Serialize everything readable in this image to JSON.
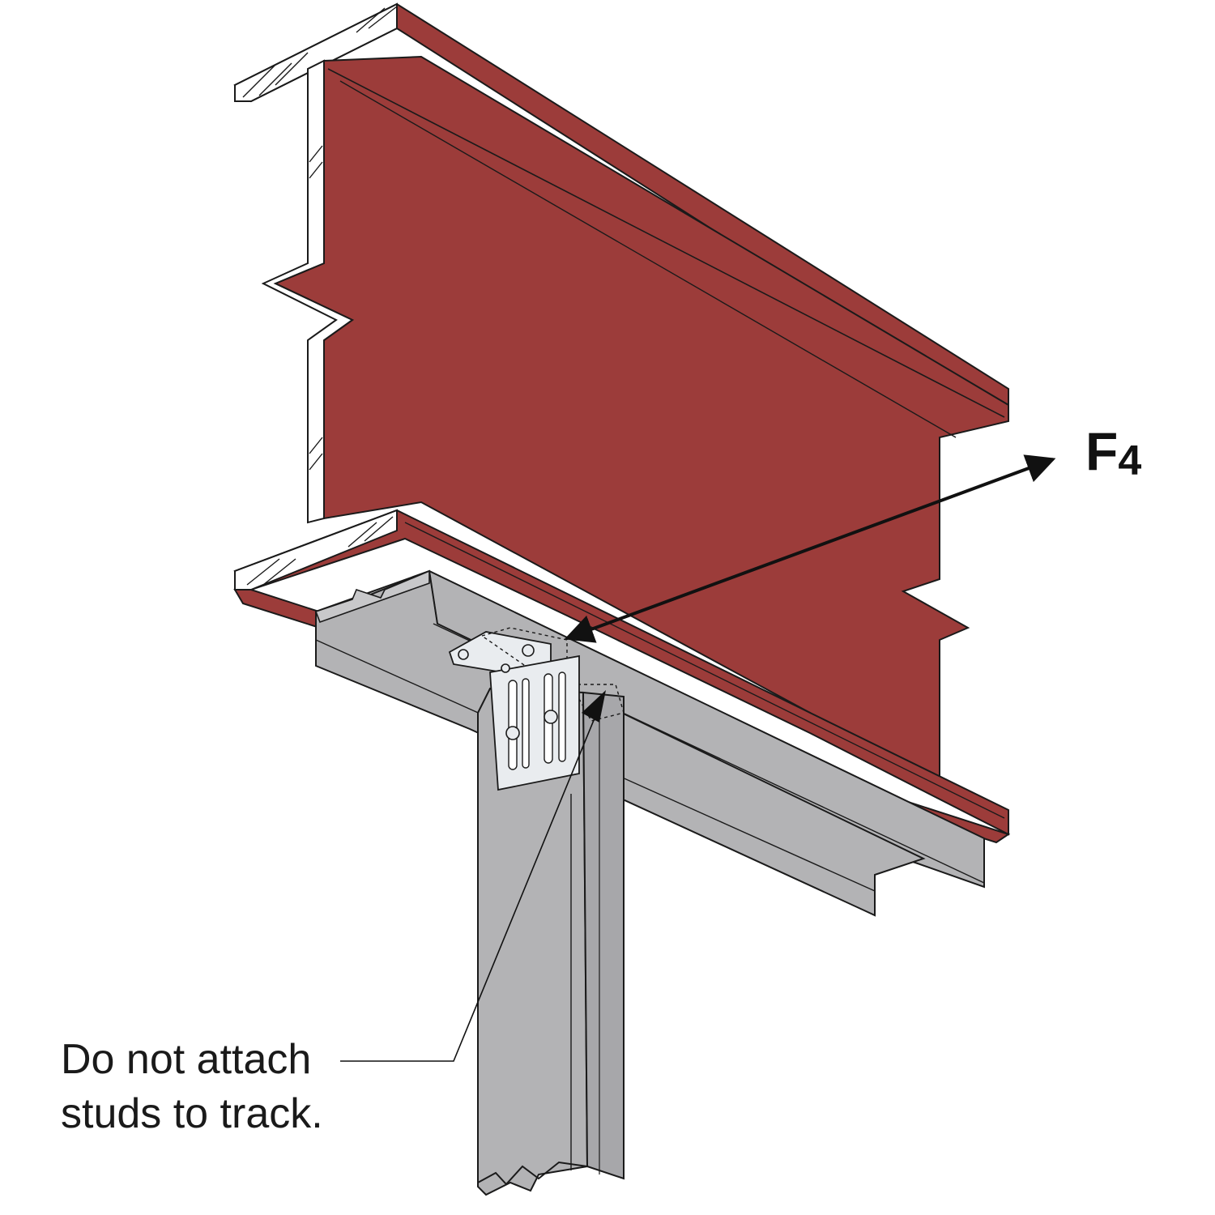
{
  "force_label": {
    "main": "F",
    "subscript": "4"
  },
  "callout": {
    "line1": "Do not attach",
    "line2": "studs to track."
  },
  "colors": {
    "beam_red": "#9c3c3a",
    "steel_gray": "#b3b3b5",
    "bracket_light": "#e9ecef",
    "outline": "#1a1a1a",
    "section_white": "#ffffff"
  },
  "icons": {
    "force_arrow": "double-headed-arrow",
    "leader_arrow": "arrowhead"
  }
}
